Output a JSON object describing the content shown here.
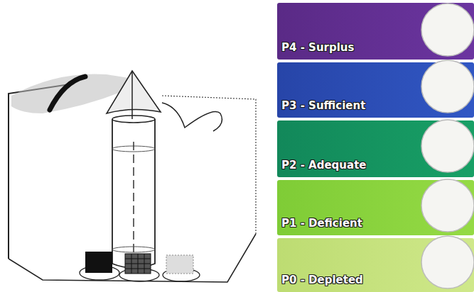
{
  "diagram": {
    "nodes": [
      {
        "text": [
          "P4 - Surplus"
        ]
      },
      {
        "text": [
          "P3 - Sufficient"
        ]
      },
      {
        "text": [
          "P2 - Adequate"
        ]
      },
      {
        "text": [
          "P1 - Deficient"
        ]
      },
      {
        "text": [
          "P0 - Depleted"
        ]
      }
    ]
  }
}
